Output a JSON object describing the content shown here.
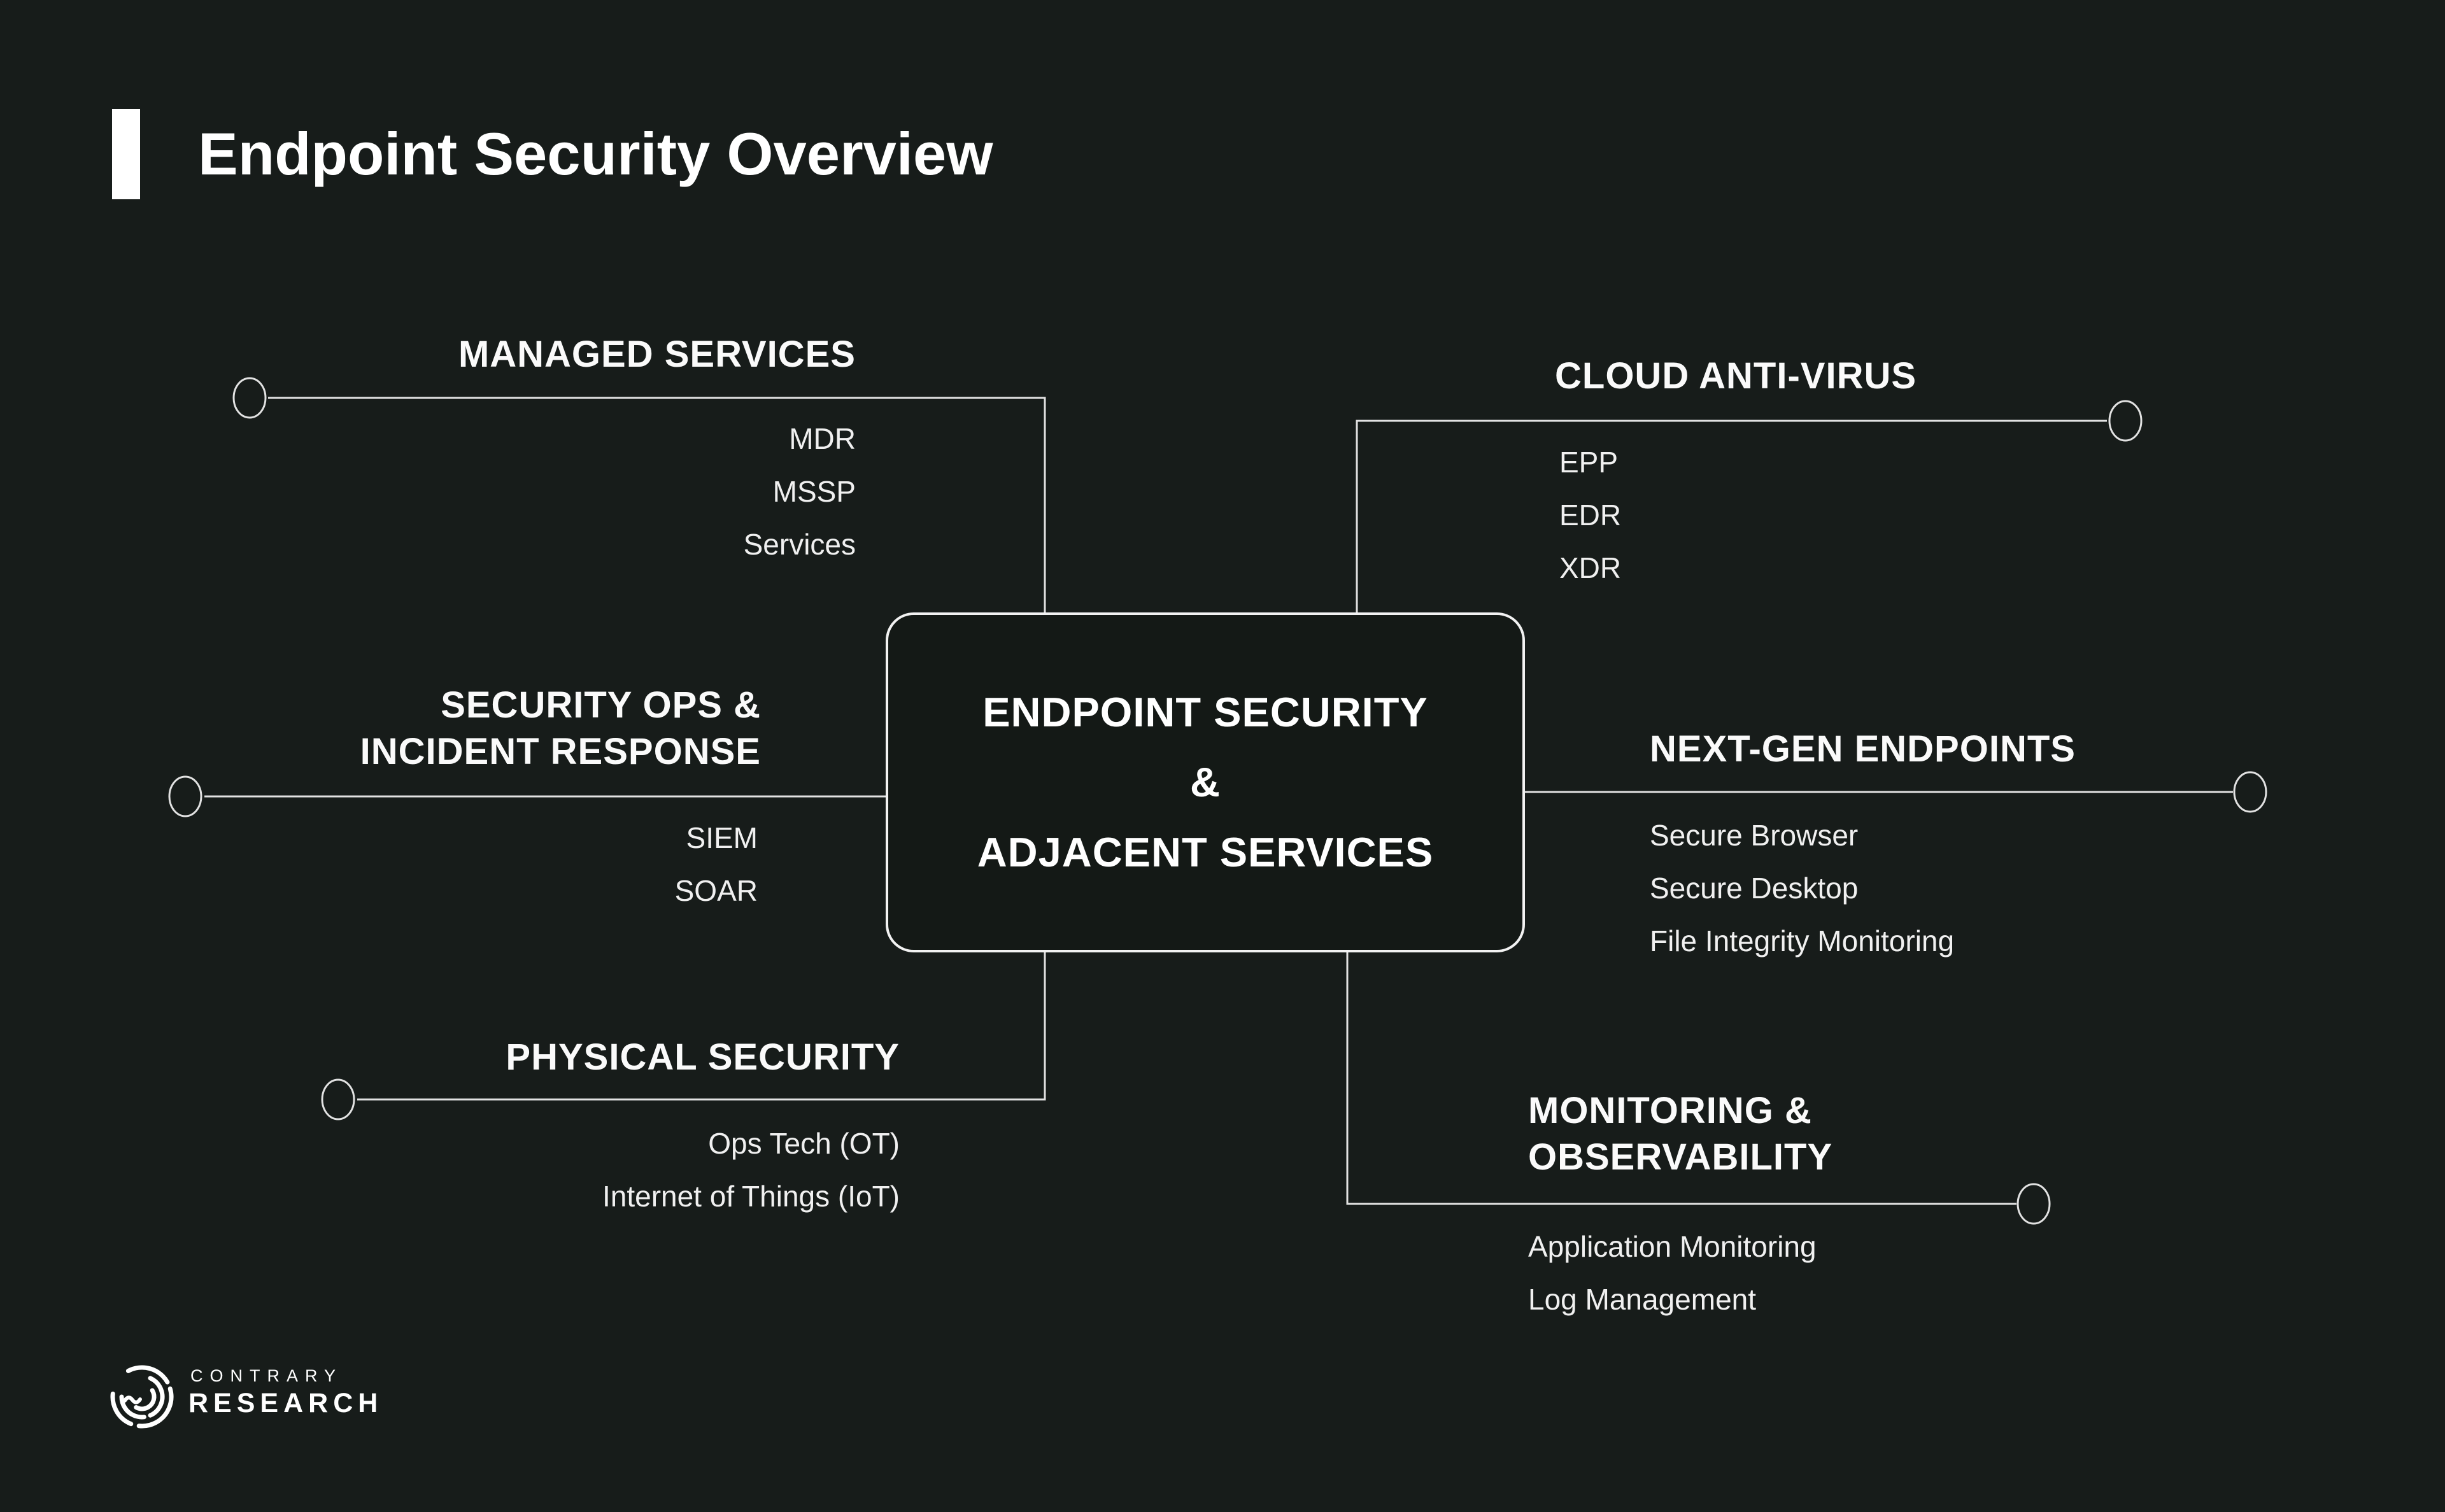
{
  "page": {
    "title": "Endpoint Security Overview"
  },
  "center_box": {
    "line1": "ENDPOINT SECURITY",
    "line2": "&",
    "line3": "ADJACENT SERVICES"
  },
  "groups": {
    "managed_services": {
      "heading_lines": [
        "MANAGED SERVICES"
      ],
      "items": [
        "MDR",
        "MSSP",
        "Services"
      ]
    },
    "cloud_anti_virus": {
      "heading_lines": [
        "CLOUD ANTI-VIRUS"
      ],
      "items": [
        "EPP",
        "EDR",
        "XDR"
      ]
    },
    "security_ops_incident_response": {
      "heading_lines": [
        "SECURITY OPS &",
        "INCIDENT RESPONSE"
      ],
      "items": [
        "SIEM",
        "SOAR"
      ]
    },
    "next_gen_endpoints": {
      "heading_lines": [
        "NEXT-GEN ENDPOINTS"
      ],
      "items": [
        "Secure Browser",
        "Secure Desktop",
        "File Integrity Monitoring"
      ]
    },
    "physical_security": {
      "heading_lines": [
        "PHYSICAL SECURITY"
      ],
      "items": [
        "Ops Tech (OT)",
        "Internet of Things (IoT)"
      ]
    },
    "monitoring_observability": {
      "heading_lines": [
        "MONITORING &",
        "OBSERVABILITY"
      ],
      "items": [
        "Application Monitoring",
        "Log Management"
      ]
    }
  },
  "footer": {
    "brand_line1": "CONTRARY",
    "brand_line2": "RESEARCH"
  },
  "colors": {
    "background": "#171c1a",
    "box_fill": "#141916",
    "connector": "#e2e2e2",
    "text": "#f5f5f5"
  }
}
